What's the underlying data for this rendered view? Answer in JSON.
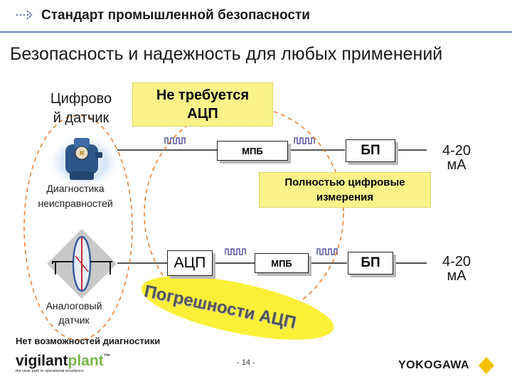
{
  "header": {
    "title": "Стандарт промышленной безопасности"
  },
  "subtitle": "Безопасность и надежность для любых применений",
  "digital": {
    "sensor_label_line1": "Цифрово",
    "sensor_label_line2": "й датчик",
    "no_adc_line1": "Не требуется",
    "no_adc_line2": "АЦП",
    "mpb_label": "МПБ",
    "bp_label": "БП",
    "fully_digital_line1": "Полностью цифровые",
    "fully_digital_line2": "измерения",
    "diagnostics_line1": "Диагностика",
    "diagnostics_line2": "неисправностей",
    "output_line1": "4-20",
    "output_line2": "мА"
  },
  "analog": {
    "adc_label": "АЦП",
    "mpb_label": "МПБ",
    "bp_label": "БП",
    "errors_line1": "Погрешности АЦП",
    "sensor_label_line1": "Аналоговый",
    "sensor_label_line2": "датчик",
    "output_line1": "4-20",
    "output_line2": "мА"
  },
  "footer": {
    "no_diagnostics": "Нет возможностей диагностики",
    "page_number": "- 14 -",
    "brand_left_a": "vigilant",
    "brand_left_b": "plant",
    "brand_left_tm": "™",
    "brand_tagline": "the clear path to operational excellence",
    "brand_right": "YOKOGAWA"
  },
  "colors": {
    "accent_line": "#6b7fb3",
    "yellow": "#fbf38a",
    "dashed_circle": "#e9823a",
    "brand_green": "#78b84a",
    "brand_yellow": "#f2c200"
  },
  "icons": {
    "header": "dotted-arrow-icon",
    "digital_signal": "square-wave-icon",
    "digital_sensor": "digital-transmitter-image",
    "analog_sensor": "analog-sensor-image",
    "brand_mark": "yokogawa-diamond-icon"
  }
}
